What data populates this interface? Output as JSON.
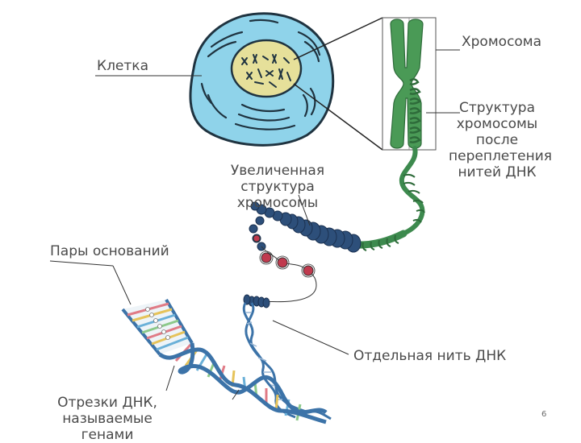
{
  "labels": {
    "cell": "Клетка",
    "chromosome": "Хромосома",
    "chromosome_structure": [
      "Структура",
      "хромосомы",
      "после",
      "переплетения",
      "нитей ДНК"
    ],
    "magnified_structure": [
      "Увеличенная структура",
      "хромосомы"
    ],
    "base_pairs": "Пары оснований",
    "single_dna_strand": "Отдельная нить ДНК",
    "genes": [
      "Отрезки ДНК,",
      "называемые генами"
    ]
  },
  "page_number": "6",
  "colors": {
    "cell_fill": "#8fd3ea",
    "cell_outline": "#1f3340",
    "nucleus_fill": "#e6e09a",
    "chromosome_green": "#4a9a56",
    "dark_green": "#2e6b3a",
    "bead_blue": "#2d4f7a",
    "histone_red": "#c03a4e",
    "dna_blue": "#3c73a8",
    "label_gray": "#4a4a4a",
    "line_color": "#333333"
  }
}
